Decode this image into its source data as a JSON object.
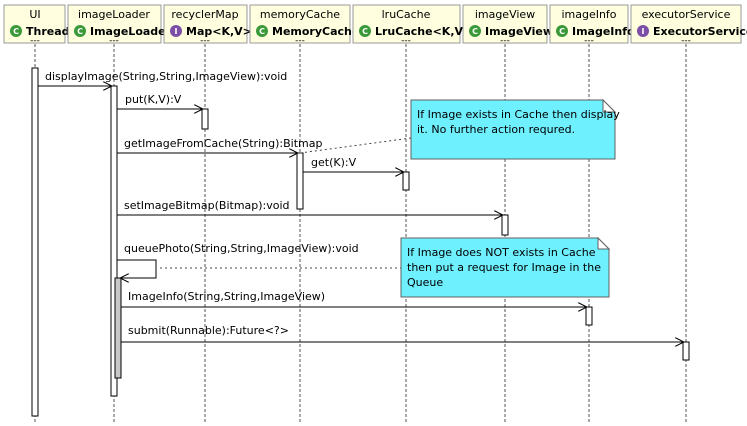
{
  "participants": [
    {
      "name": "UI",
      "type": "Thread",
      "stereotype": "class",
      "icon_letter": "C"
    },
    {
      "name": "imageLoader",
      "type": "ImageLoader",
      "stereotype": "class",
      "icon_letter": "C"
    },
    {
      "name": "recyclerMap",
      "type": "Map<K,V>",
      "stereotype": "interface",
      "icon_letter": "I"
    },
    {
      "name": "memoryCache",
      "type": "MemoryCache",
      "stereotype": "class",
      "icon_letter": "C"
    },
    {
      "name": "lruCache",
      "type": "LruCache<K,V>",
      "stereotype": "class",
      "icon_letter": "C"
    },
    {
      "name": "imageView",
      "type": "ImageView",
      "stereotype": "class",
      "icon_letter": "C"
    },
    {
      "name": "imageInfo",
      "type": "ImageInfo",
      "stereotype": "class",
      "icon_letter": "C"
    },
    {
      "name": "executorService",
      "type": "ExecutorService",
      "stereotype": "interface",
      "icon_letter": "I"
    }
  ],
  "header_dots": "---",
  "messages": [
    {
      "label": "displayImage(String,String,ImageView):void",
      "from": "UI",
      "to": "imageLoader"
    },
    {
      "label": "put(K,V):V",
      "from": "imageLoader",
      "to": "recyclerMap"
    },
    {
      "label": "getImageFromCache(String):Bitmap",
      "from": "imageLoader",
      "to": "memoryCache"
    },
    {
      "label": "get(K):V",
      "from": "memoryCache",
      "to": "lruCache"
    },
    {
      "label": "setImageBitmap(Bitmap):void",
      "from": "imageLoader",
      "to": "imageView"
    },
    {
      "label": "queuePhoto(String,String,ImageView):void",
      "from": "imageLoader",
      "to": "imageLoader"
    },
    {
      "label": "ImageInfo(String,String,ImageView)",
      "from": "imageLoader",
      "to": "imageInfo"
    },
    {
      "label": "submit(Runnable):Future<?>",
      "from": "imageLoader",
      "to": "executorService"
    }
  ],
  "notes": [
    {
      "lines": [
        "If Image exists in Cache then display",
        "it. No further action requred."
      ]
    },
    {
      "lines": [
        "If Image does NOT exists in Cache",
        "then put a request for Image in the",
        "Queue"
      ]
    }
  ],
  "colors": {
    "header_fill": "#ffffe0",
    "class_icon": "#3a9a3a",
    "interface_icon": "#7b4fa6",
    "note_fill": "#6ff0ff",
    "activation_nested": "#c8c8c8"
  }
}
